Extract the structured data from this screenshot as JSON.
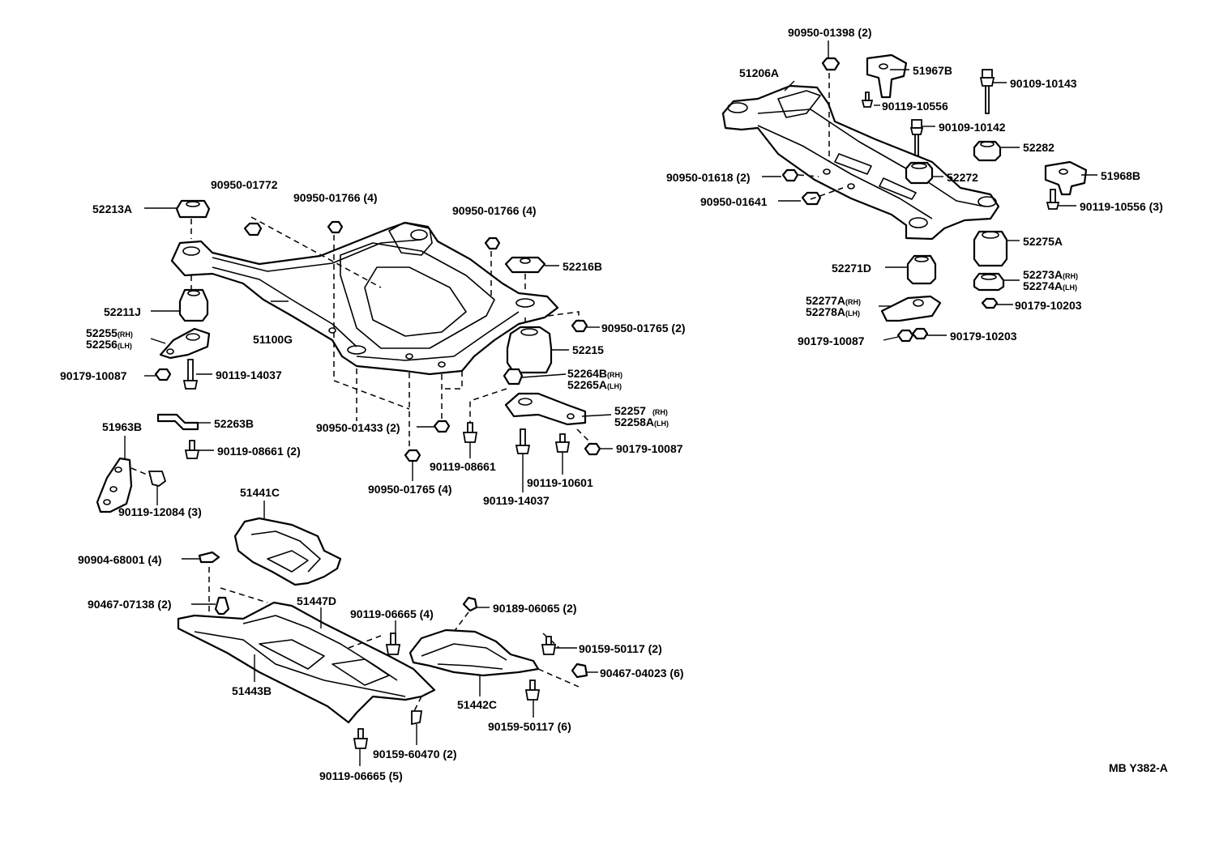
{
  "diagram_id": "MB Y382-A",
  "labels": {
    "p1": {
      "text": "90950-01398 (2)"
    },
    "p2": {
      "text": "51206A"
    },
    "p3": {
      "text": "51967B"
    },
    "p4": {
      "text": "90109-10143"
    },
    "p5": {
      "text": "90119-10556"
    },
    "p6": {
      "text": "90109-10142"
    },
    "p7": {
      "text": "52282"
    },
    "p8": {
      "text": "90950-01618 (2)"
    },
    "p9": {
      "text": "52272"
    },
    "p10": {
      "text": "51968B"
    },
    "p11": {
      "text": "90950-01641"
    },
    "p12": {
      "text": "90119-10556 (3)"
    },
    "p13": {
      "text": "52275A"
    },
    "p14": {
      "text": "52271D"
    },
    "p15": {
      "text": "52273A",
      "sub": "(RH)"
    },
    "p16": {
      "text": "52274A",
      "sub": "(LH)"
    },
    "p17": {
      "text": "52277A",
      "sub": "(RH)"
    },
    "p18": {
      "text": "52278A",
      "sub": "(LH)"
    },
    "p19": {
      "text": "90179-10203"
    },
    "p20": {
      "text": "90179-10087"
    },
    "p21": {
      "text": "90179-10203"
    },
    "p22": {
      "text": "90950-01772"
    },
    "p23": {
      "text": "90950-01766 (4)"
    },
    "p24": {
      "text": "90950-01766 (4)"
    },
    "p25": {
      "text": "52213A"
    },
    "p26": {
      "text": "52216B"
    },
    "p27": {
      "text": "52211J"
    },
    "p28": {
      "text": "52255",
      "sub": "(RH)"
    },
    "p29": {
      "text": "52256",
      "sub": "(LH)"
    },
    "p30": {
      "text": "51100G"
    },
    "p31": {
      "text": "90950-01765 (2)"
    },
    "p32": {
      "text": "52215"
    },
    "p33": {
      "text": "90179-10087"
    },
    "p34": {
      "text": "90119-14037"
    },
    "p35": {
      "text": "52264B",
      "sub": "(RH)"
    },
    "p36": {
      "text": "52265A",
      "sub": "(LH)"
    },
    "p37": {
      "text": "52257",
      "sub": "(RH)"
    },
    "p38": {
      "text": "52258A",
      "sub": "(LH)"
    },
    "p39": {
      "text": "51963B"
    },
    "p40": {
      "text": "52263B"
    },
    "p41": {
      "text": "90950-01433 (2)"
    },
    "p42": {
      "text": "90119-08661 (2)"
    },
    "p43": {
      "text": "90179-10087"
    },
    "p44": {
      "text": "90119-08661"
    },
    "p45": {
      "text": "90119-10601"
    },
    "p46": {
      "text": "90950-01765 (4)"
    },
    "p47": {
      "text": "90119-14037"
    },
    "p48": {
      "text": "90119-12084 (3)"
    },
    "p49": {
      "text": "51441C"
    },
    "p50": {
      "text": "90904-68001 (4)"
    },
    "p51": {
      "text": "90467-07138 (2)"
    },
    "p52": {
      "text": "51447D"
    },
    "p53": {
      "text": "90119-06665 (4)"
    },
    "p54": {
      "text": "90189-06065 (2)"
    },
    "p55": {
      "text": "90159-50117 (2)"
    },
    "p56": {
      "text": "90467-04023 (6)"
    },
    "p57": {
      "text": "51443B"
    },
    "p58": {
      "text": "51442C"
    },
    "p59": {
      "text": "90159-50117 (6)"
    },
    "p60": {
      "text": "90159-60470 (2)"
    },
    "p61": {
      "text": "90119-06665 (5)"
    }
  }
}
